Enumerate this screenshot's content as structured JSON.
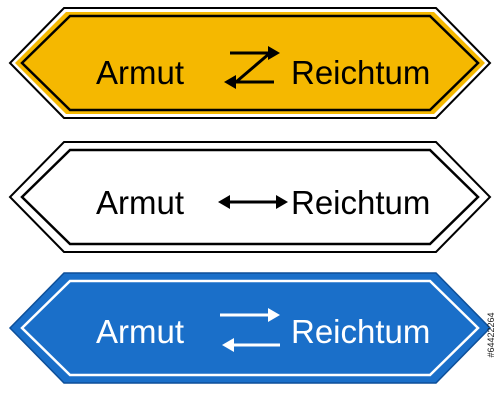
{
  "signs": [
    {
      "left": "Armut",
      "right": "Reichtum",
      "arrow_icon": "zigzag-exchange-icon",
      "fill": "#f5b800",
      "border": "#000000",
      "text_color": "#000000"
    },
    {
      "left": "Armut",
      "right": "Reichtum",
      "arrow_icon": "double-headed-arrow-icon",
      "fill": "#ffffff",
      "border": "#000000",
      "text_color": "#000000"
    },
    {
      "left": "Armut",
      "right": "Reichtum",
      "arrow_icon": "exchange-arrows-icon",
      "fill": "#1a6fc9",
      "border": "#ffffff",
      "text_color": "#ffffff"
    }
  ],
  "stock_id": "#64422264"
}
